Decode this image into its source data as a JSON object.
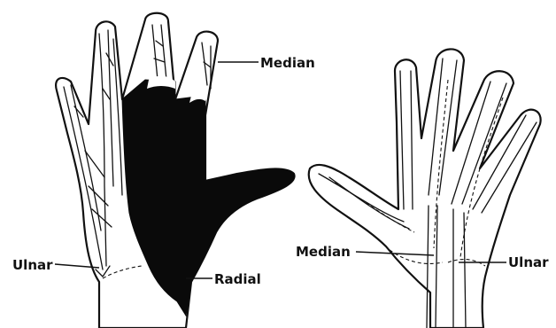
{
  "labels": {
    "left_median": "Median",
    "left_radial": "Radial",
    "left_ulnar": "Ulnar",
    "right_median": "Median",
    "right_ulnar": "Ulnar"
  },
  "colors": {
    "ink": "#111111",
    "radial_region_fill": "#0a0a0a",
    "background": "#ffffff"
  }
}
